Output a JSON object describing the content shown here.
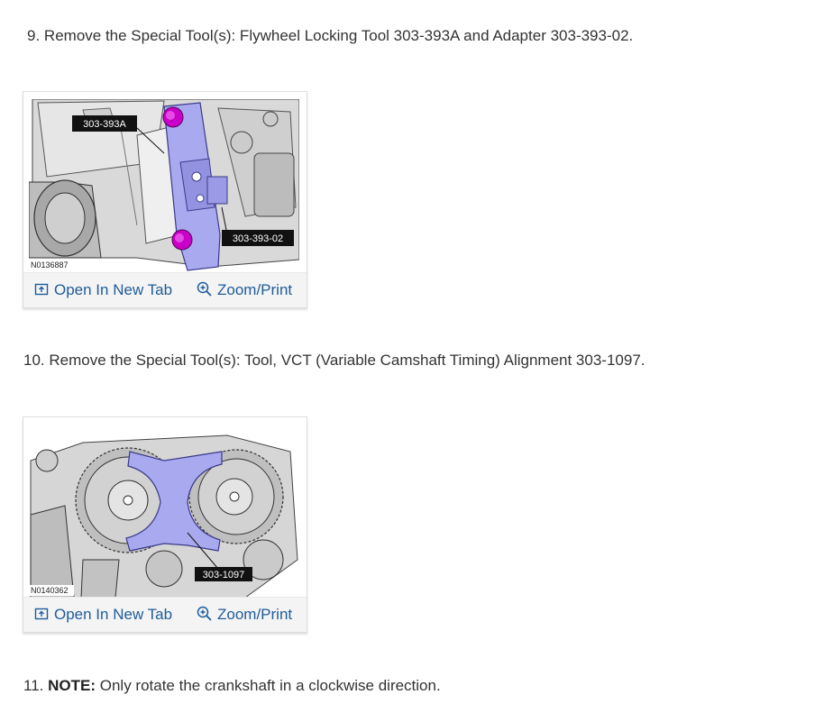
{
  "steps": [
    {
      "number": "9.",
      "text": "Remove the Special Tool(s): Flywheel Locking Tool 303-393A and Adapter 303-393-02."
    },
    {
      "number": "10.",
      "text": "Remove the Special Tool(s): Tool, VCT (Variable Camshaft Timing) Alignment 303-1097."
    },
    {
      "number": "11.",
      "note_label": "NOTE:",
      "text": "Only rotate the crankshaft in a clockwise direction."
    }
  ],
  "figures": [
    {
      "id_label": "N0136887",
      "callouts": [
        "303-393A",
        "303-393-02"
      ],
      "open_label": "Open In New Tab",
      "zoom_label": "Zoom/Print"
    },
    {
      "id_label": "N0140362",
      "callouts": [
        "303-1097"
      ],
      "open_label": "Open In New Tab",
      "zoom_label": "Zoom/Print"
    }
  ],
  "icons": {
    "open": "open-new-tab-icon",
    "zoom": "zoom-in-icon"
  },
  "colors": {
    "link": "#1f5c9a",
    "tool": "#a9a9f0",
    "bolt": "#c800c8",
    "callout_bg": "#111111"
  }
}
